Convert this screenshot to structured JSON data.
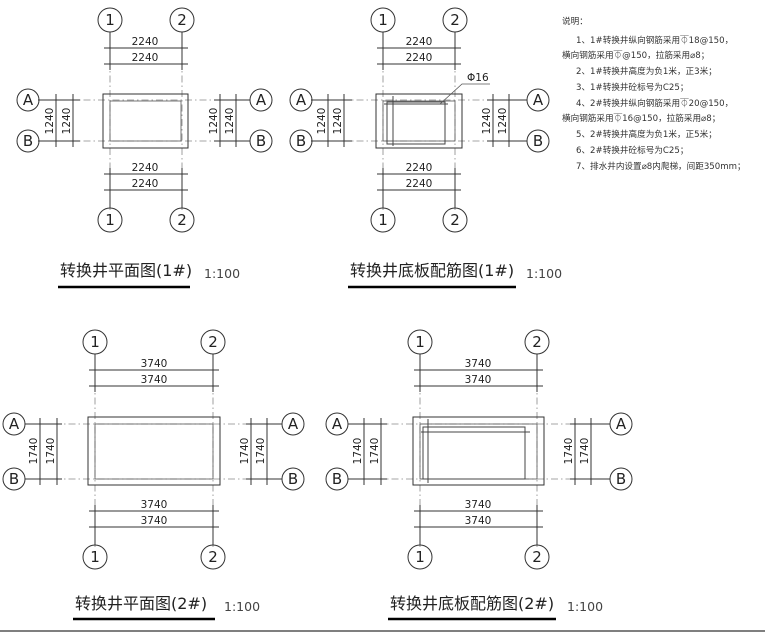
{
  "notes": {
    "title": "说明：",
    "lines": [
      "1、1#转换井纵向钢筋采用⏁18@150，",
      "横向钢筋采用⏁@150，拉筋采用⌀8；",
      "2、1#转换井高度为负1米，正3米；",
      "3、1#转换井砼标号为C25；",
      "4、2#转换井纵向钢筋采用⏁20@150，",
      "横向钢筋采用⏁16@150，拉筋采用⌀8；",
      "5、2#转换井高度为负1米，正5米；",
      "6、2#转换井砼标号为C25；",
      "7、排水井内设置⌀8内爬梯，间距350mm；"
    ]
  },
  "drawings": [
    {
      "title": "转换井平面图(1#)",
      "scale": "1:100",
      "axes": [
        "1",
        "2",
        "A",
        "B"
      ],
      "dims": [
        "2240",
        "2240",
        "2240",
        "2240",
        "1240",
        "1240",
        "1240",
        "1240"
      ],
      "rebar_label": ""
    },
    {
      "title": "转换井底板配筋图(1#)",
      "scale": "1:100",
      "axes": [
        "1",
        "2",
        "A",
        "B"
      ],
      "dims": [
        "2240",
        "2240",
        "2240",
        "2240",
        "1240",
        "1240",
        "1240",
        "1240"
      ],
      "rebar_label": "Φ16"
    },
    {
      "title": "转换井平面图(2#)",
      "scale": "1:100",
      "axes": [
        "1",
        "2",
        "A",
        "B"
      ],
      "dims": [
        "3740",
        "3740",
        "3740",
        "3740",
        "1740",
        "1740",
        "1740",
        "1740"
      ],
      "rebar_label": ""
    },
    {
      "title": "转换井底板配筋图(2#)",
      "scale": "1:100",
      "axes": [
        "1",
        "2",
        "A",
        "B"
      ],
      "dims": [
        "3740",
        "3740",
        "3740",
        "3740",
        "1740",
        "1740",
        "1740",
        "1740"
      ],
      "rebar_label": ""
    }
  ]
}
